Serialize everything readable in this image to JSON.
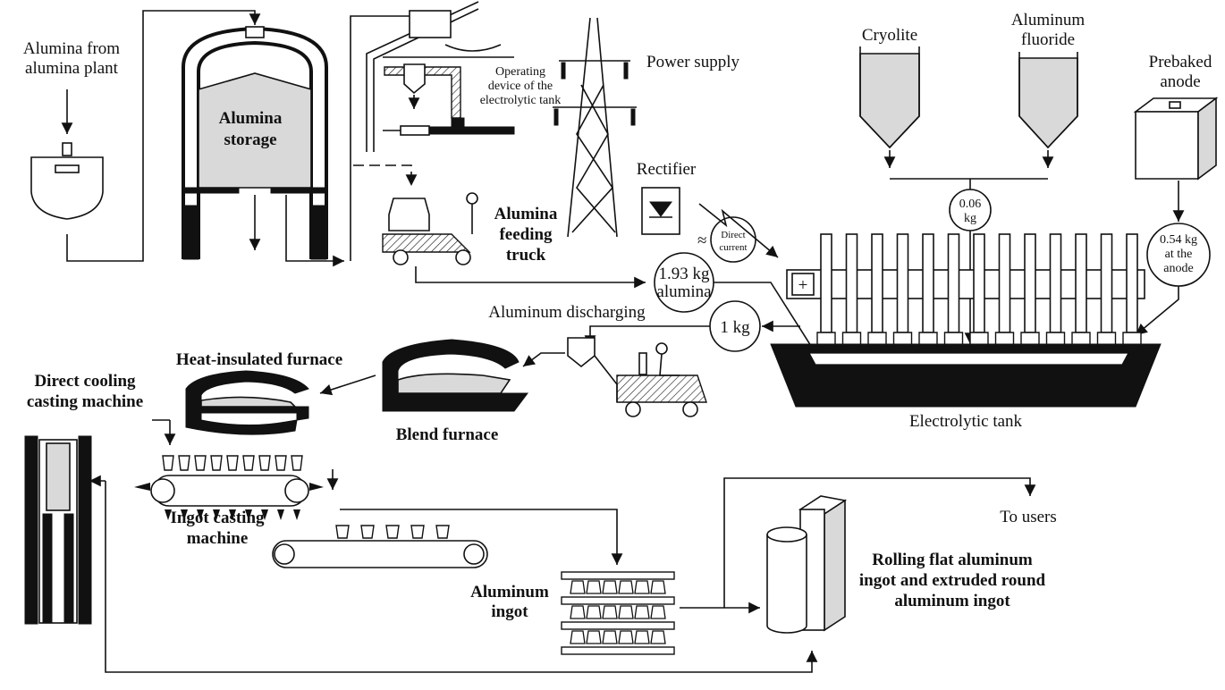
{
  "title": "Aluminum electrolysis production process",
  "labels": {
    "alumina_source": [
      "Alumina from",
      "alumina plant"
    ],
    "alumina_storage": [
      "Alumina",
      "storage"
    ],
    "operating_device": [
      "Operating",
      "device of the",
      "electrolytic tank"
    ],
    "power_supply": "Power supply",
    "rectifier": "Rectifier",
    "direct_current": [
      "Direct",
      "current"
    ],
    "feeding_truck": [
      "Alumina",
      "feeding",
      "truck"
    ],
    "cryolite": "Cryolite",
    "aluminum_fluoride": [
      "Aluminum",
      "fluoride"
    ],
    "prebaked_anode": [
      "Prebaked",
      "anode"
    ],
    "electrolytic_tank": "Electrolytic tank",
    "aluminum_discharging": "Aluminum discharging",
    "heat_insulated_furnace": "Heat-insulated furnace",
    "blend_furnace": "Blend furnace",
    "dc_casting": [
      "Direct cooling",
      "casting machine"
    ],
    "ingot_casting": [
      "Ingot casting",
      "machine"
    ],
    "aluminum_ingot": [
      "Aluminum",
      "ingot"
    ],
    "rolling_ingot": [
      "Rolling flat aluminum",
      "ingot and extruded round",
      "aluminum ingot"
    ],
    "to_users": "To users",
    "plus_sign": "+"
  },
  "quantities": {
    "alumina": [
      "1.93 kg",
      "alumina"
    ],
    "fluoride": [
      "0.06",
      "kg"
    ],
    "anode": [
      "0.54 kg",
      "at the",
      "anode"
    ],
    "output": "1 kg"
  }
}
